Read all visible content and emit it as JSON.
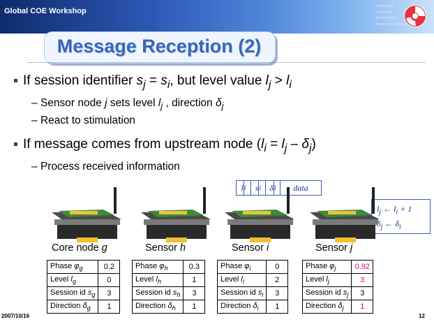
{
  "header": {
    "workshop": "Global COE Workshop",
    "motto": [
      "Advanced",
      "Network",
      "Architecture",
      "Research Center"
    ]
  },
  "title": "Message Reception (2)",
  "bullets": [
    {
      "pre": "If session identifier ",
      "i1": "s",
      "s1": "j",
      "mid1": " = ",
      "i2": "s",
      "s2": "i",
      "mid2": ", but level value ",
      "i3": "l",
      "s3": "j",
      "mid3": " > ",
      "i4": "l",
      "s4": "i"
    },
    {
      "pre": "If message comes from upstream node (",
      "i1": "l",
      "s1": "i",
      "mid1": " = ",
      "i2": "l",
      "s2": "j",
      "mid2": " – ",
      "i3": "δ",
      "s3": "j",
      "post": ")"
    }
  ],
  "subbullets": [
    {
      "dash": "–",
      "pre": "Sensor node ",
      "var": "j",
      "mid": " sets level ",
      "v2": "l",
      "s2": "j",
      "mid2": " , direction ",
      "v3": "δ",
      "s3": "j"
    },
    {
      "dash": "–",
      "text": "React to stimulation"
    },
    {
      "dash": "–",
      "text": "Process received information"
    }
  ],
  "message_frame": [
    "l",
    "i",
    "s",
    "i",
    "δ",
    "i",
    "data"
  ],
  "update_box": {
    "line1_a": "l",
    "line1_b": "j",
    "line1_c": " ← ",
    "line1_d": "l",
    "line1_e": "i",
    "line1_f": " + 1",
    "line2_a": "δ",
    "line2_b": "j",
    "line2_c": " ← ",
    "line2_d": "δ",
    "line2_e": "i"
  },
  "nodes": [
    {
      "label": "Core node ",
      "var": "g",
      "rows": [
        {
          "k": "Phase ",
          "kv": "φ",
          "ks": "g",
          "v": "0.2"
        },
        {
          "k": "Level ",
          "kv": "l",
          "ks": "g",
          "v": "0"
        },
        {
          "k": "Session id ",
          "kv": "s",
          "ks": "g",
          "v": "3"
        },
        {
          "k": "Direction ",
          "kv": "δ",
          "ks": "g",
          "v": "1"
        }
      ]
    },
    {
      "label": "Sensor ",
      "var": "h",
      "rows": [
        {
          "k": "Phase ",
          "kv": "φ",
          "ks": "h",
          "v": "0.3"
        },
        {
          "k": "Level ",
          "kv": "l",
          "ks": "h",
          "v": "1"
        },
        {
          "k": "Session id ",
          "kv": "s",
          "ks": "h",
          "v": "3"
        },
        {
          "k": "Direction ",
          "kv": "δ",
          "ks": "h",
          "v": "1"
        }
      ]
    },
    {
      "label": "Sensor ",
      "var": "i",
      "rows": [
        {
          "k": "Phase ",
          "kv": "φ",
          "ks": "i",
          "v": "0"
        },
        {
          "k": "Level ",
          "kv": "l",
          "ks": "i",
          "v": "2"
        },
        {
          "k": "Session id ",
          "kv": "s",
          "ks": "i",
          "v": "3"
        },
        {
          "k": "Direction ",
          "kv": "δ",
          "ks": "i",
          "v": "1"
        }
      ]
    },
    {
      "label": "Sensor ",
      "var": "j",
      "rows": [
        {
          "k": "Phase ",
          "kv": "φ",
          "ks": "j",
          "v": "0.92",
          "c": "#e0007a"
        },
        {
          "k": "Level ",
          "kv": "l",
          "ks": "j",
          "v": "3",
          "c": "#e0007a"
        },
        {
          "k": "Session id ",
          "kv": "s",
          "ks": "j",
          "v": "3"
        },
        {
          "k": "Direction ",
          "kv": "δ",
          "ks": "j",
          "v": "1",
          "c": "#e0007a"
        }
      ]
    }
  ],
  "footer": {
    "date": "2007/10/16",
    "page": "12"
  },
  "colors": {
    "title": "#3a66bb",
    "accent": "#e0007a",
    "header_dark": "#0e2c6e",
    "bullet": "#1f3f7e"
  }
}
